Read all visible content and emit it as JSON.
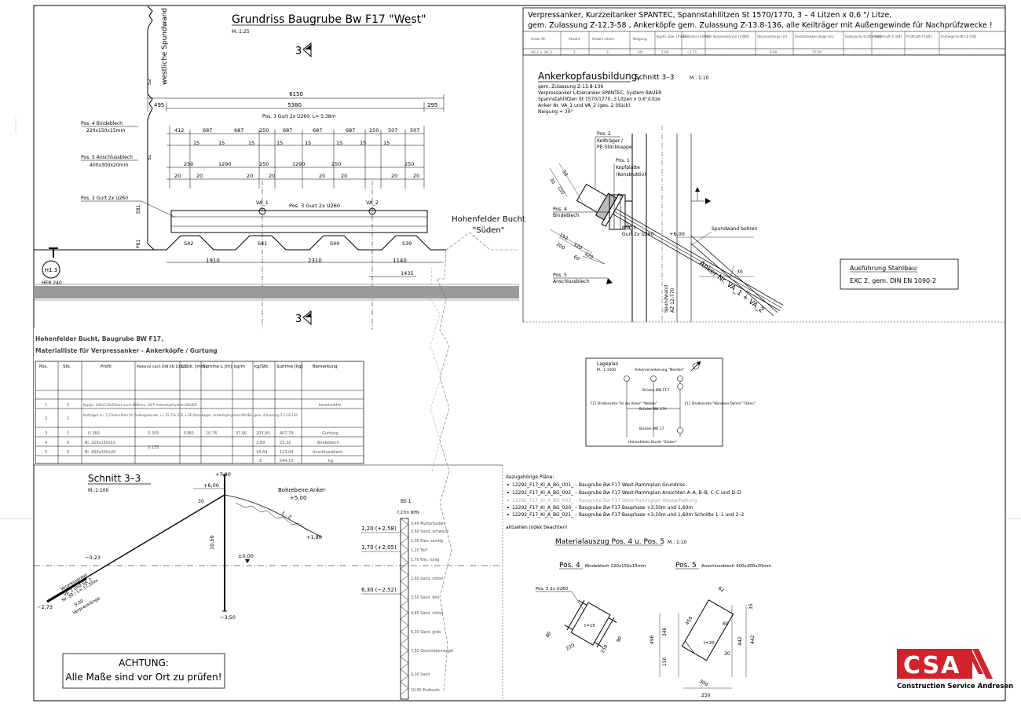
{
  "plan": {
    "title": "Grundriss Baugrube Bw F17 \"West\"",
    "scale": "M.:1:25",
    "section_marker": "3",
    "wall_label": "westliche Spundwand",
    "pile_s2": "S2",
    "pile_s1": "S1",
    "label_e81": "E81",
    "label_p81": "P81",
    "dim_overall": "6150",
    "dim_main": "5380",
    "dim_left": "495",
    "dim_right": "295",
    "waler_note": "Pos. 3 Gurt 2x U260, L= 5,38m",
    "dims_row1": [
      "412",
      "687",
      "687",
      "250",
      "687",
      "687",
      "687",
      "250",
      "507",
      "507"
    ],
    "dims_row2": [
      "15",
      "15",
      "15",
      "15",
      "15",
      "15",
      "15",
      "15"
    ],
    "dims_row3": [
      "250",
      "1290",
      "250",
      "1290",
      "250",
      "250"
    ],
    "dims_row4": [
      "20",
      "20",
      "20",
      "20",
      "20",
      "20",
      "20",
      "20"
    ],
    "pos4": "Pos. 4 Bindeblech",
    "pos4_size": "220x150x15mm",
    "pos5": "Pos. 5 Anschlussblech",
    "pos5_size": "400x300x20mm",
    "pos3": "Pos. 3 Gurt 2x U260",
    "pos3_mid": "Pos. 3 Gurt 2x U260",
    "anchor1": "VA_1",
    "anchor2": "VA_2",
    "piles": [
      "S42",
      "S41",
      "S40",
      "S39"
    ],
    "dims_bottom": [
      "1910",
      "2310",
      "1140"
    ],
    "dim_1435": "1435",
    "h13": "H1.3",
    "heb": "HEB 240",
    "bay": "Hohenfelder Bucht",
    "bay_sub": "\"Süden\""
  },
  "spec": {
    "line1": "Verpressanker, Kurzzeitanker SPANTEC, Spannstahllitzen St 1570/1770, 3 – 4 Litzen x 0,6 \"/ Litze,",
    "line2": "gem. Zulassung Z-12.3-58 , Ankerköpfe gem. Zulassung Z-13.8-136, alle Keilträger mit Außengewinde für Nachprüfzwecke !",
    "cols": [
      "Anker Nr.",
      "Anzahl",
      "Anzahl Litzen",
      "Neigung",
      "Kopfh. Ebe. [mNN]",
      "Fußhöhe [mNN]",
      "GK Verpresskörper [mNN]",
      "Verpresslänge [m]",
      "Gesamtanker-länge [m]",
      "Gebrauchs-kräfte [kN]",
      "Ankerkraft A [kN]",
      "Prüfkraft P [kN]",
      "Festlege-kraft L0 [kN]"
    ],
    "row": [
      "VA_1 u. VA_2",
      "2",
      "3",
      "30°",
      "5,00",
      "−2,73",
      "…",
      "9,00",
      "17,50",
      "…",
      "…",
      "…",
      "…"
    ]
  },
  "head": {
    "title": "Ankerkopfausbildung,",
    "title2": "Schnitt 3–3",
    "scale": "M.: 1:10",
    "notes": [
      "gem. Zulassung Z-13.8-136",
      "Verpressanker Litzenanker SPANTEC, System BAUER",
      "Spannstahllitzen St 1570/1770, 3 Litzen x 0,6\"/Litze",
      "Anker Nr. VA_1 und VA_2 (ges. 2 Stück)",
      "Neigung = 30°"
    ],
    "pos2": "Pos. 2",
    "pos2_a": "Keilträger /",
    "pos2_b": "PE-Stockkappe",
    "pos1": "Pos. 1",
    "pos1_a": "Kopfplatte",
    "pos1_b": "(Konstruktiv)",
    "pos4": "Pos. 4",
    "pos4_a": "Bindeblech",
    "pos3": "Pos. 3",
    "pos3_a": "Gurt 2x U260",
    "pos5": "Pos. 5",
    "pos5_a": "Anschlussblech",
    "drill": "Spundwand bohren",
    "level": "+6,00",
    "angle": "30",
    "anchor": "Anker Nr. VA_1 + VA_2",
    "wall": "Spundwand",
    "wall2": "AZ 12-770",
    "dims": [
      "30",
      "150",
      "50",
      "152",
      "220",
      "200",
      "120",
      "60"
    ]
  },
  "exec": {
    "title": "Ausführung Stahlbau:",
    "text": "EXC 2, gem. DIN EN 1090-2"
  },
  "matlist": {
    "title1": "Hohenfelder Bucht, Baugrube BW F17,",
    "title2": "Materialliste für Verpressanker - Ankerköpfe / Gurtung",
    "cols": [
      "Pos.",
      "Stk.",
      "Profil",
      "Material nach DIN EN 10025",
      "L/Stk. [mm]",
      "Summe L [m]",
      "kg/m",
      "kg/Stk.",
      "Summe [kg]",
      "Bemerkung"
    ],
    "rows": [
      [
        "1",
        "2",
        "Kopfpl. 200x210x55mm Loch Ø96mm, 30/5 Ankerkopfsystem BAUER",
        "",
        "",
        "",
        "",
        "",
        "",
        "konstruktiv"
      ],
      [
        "2",
        "2",
        "Keilträger d= 1,25mm+Rohr für Außengewinde, L= 55-75x 250 + PE-Stockkappe, Ankerkopfsystem BAUER, gem. Zulassung Z-13.8-136",
        "",
        "",
        "",
        "",
        "",
        "",
        ""
      ],
      [
        "3",
        "2",
        "U 260",
        "S 355",
        "5380",
        "10,76",
        "37,90",
        "203,90",
        "407,79",
        "Gurtung"
      ],
      [
        "4",
        "6",
        "Bl. 220x150x15",
        "S 235",
        "",
        "",
        "",
        "3,89",
        "23,32",
        "Bindeblech"
      ],
      [
        "5",
        "6",
        "Bl. 400x300x20",
        "",
        "",
        "",
        "",
        "18,84",
        "113,04",
        "Anschlussblech"
      ],
      [
        "",
        "",
        "",
        "",
        "",
        "",
        "",
        "Σ",
        "544,15",
        "kg"
      ]
    ]
  },
  "section": {
    "title": "Schnitt 3–3",
    "scale": "M.:1:100",
    "top": "+7,00",
    "head": "+6,00",
    "angle": "30",
    "soil_anchor": "Bohrebene Anker",
    "soil_level": "+5,00",
    "slope": "1 : 2",
    "level_180": "+1,80",
    "zero": "±0,00",
    "m023": "−0,23",
    "height": "10,50",
    "bottom": "−3,50",
    "foot": "−2,73",
    "anchor_a": "Verpressanker",
    "anchor_b": "VA_1 und VA_2",
    "anchor_c": "Nr. 30 / L= 17,50m",
    "anchor_d": "9,00",
    "anchor_e": "Verpresslänge"
  },
  "bore": {
    "name": "BS 1",
    "level": "7,27m NHN",
    "l120": "1,20 (+2,58)",
    "l170": "1,70 (+2,05)",
    "l630": "6,30 (−2,52)",
    "layers": [
      "0,40  Mutterboden",
      "0,60  Sand, schwach",
      "1,00  Kies, sandig",
      "1,20  Torf",
      "1,70  Klei, tonig",
      "2,60  Sand, mittel",
      "3,50  Sand, fein",
      "4,80  Sand, mittel",
      "6,30  Sand, grob",
      "7,50  Geschiebemergel",
      "9,00  Sand",
      "10,00 Endteufe"
    ]
  },
  "siteplan": {
    "title": "Lageplan",
    "scale": "M.: 1:1000",
    "north": "Ankerverankerung \"Norden\"",
    "south": "Hohenfelder Bucht \"Süden\"",
    "west": "F11 Straßenseite \"An der Anker\" \"Westen\"",
    "east": "F11 Straßenseite \"Wanderer Damm\" \"Osten\"",
    "b1": "Brücke BW F17",
    "b2": "Brücke BW 17A",
    "b3": "Brücke BW 17"
  },
  "related": {
    "title": "dazugehörige Pläne:",
    "items": [
      "12292_F17_KI_A_BG_001_ – Baugrube Bw F17 West-Rammplan Grundriss",
      "12292_F17_KI_A_BG_002_ – Baugrube Bw F17 West-Rammplan Ansichten A–A, B–B, C–C und D–D",
      "12292_F17_KI_A_BG_003_ – Baugrube Bw F17 West-Rammplan Wasserhaltung",
      "12292_F17_KI_A_BG_020_ – Baugrube Bw F17 Bauphase +3,50m und 1,60m",
      "12292_F17_KI_A_BG_021_ – Baugrube Bw F17 Bauphase +3,50m und 1,60m Schnitte 1–1 und 2–2"
    ],
    "note": "aktuellen Index beachten!"
  },
  "matex": {
    "title": "Materialauszug Pos. 4 u. Pos. 5",
    "scale": "M.: 1:10",
    "pos4": "Pos. 4",
    "pos4_t": "Bindeblech 220x150x15mm",
    "pos5": "Pos. 5",
    "pos5_t": "Anschlussblech 400x300x20mm",
    "pos3": "Pos. 3 2x U260",
    "t15": "t=15",
    "t20": "t=20",
    "d4": [
      "80",
      "220",
      "150",
      "90"
    ],
    "d5": [
      "62",
      "450",
      "60",
      "30",
      "300",
      "250",
      "346",
      "150",
      "496",
      "442",
      "35"
    ]
  },
  "warning": {
    "line1": "ACHTUNG:",
    "line2": "Alle Maße sind vor Ort zu prüfen!"
  },
  "logo": {
    "mark": "CSA",
    "name": "Construction Service Andresen",
    "color": "#d3232a"
  }
}
